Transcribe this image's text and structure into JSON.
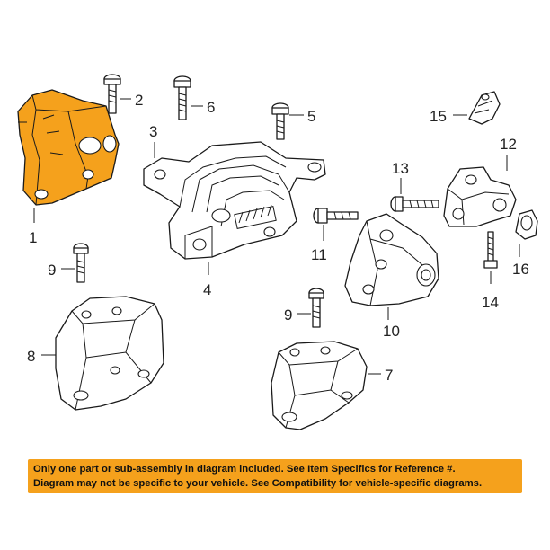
{
  "diagram": {
    "highlight_color": "#f5a11c",
    "parts": [
      {
        "id": 1,
        "label": "1",
        "highlighted": true
      },
      {
        "id": 2,
        "label": "2"
      },
      {
        "id": 3,
        "label": "3"
      },
      {
        "id": 4,
        "label": "4"
      },
      {
        "id": 5,
        "label": "5"
      },
      {
        "id": 6,
        "label": "6"
      },
      {
        "id": 7,
        "label": "7"
      },
      {
        "id": 8,
        "label": "8"
      },
      {
        "id": 9,
        "label": "9"
      },
      {
        "id": 10,
        "label": "10"
      },
      {
        "id": 11,
        "label": "11"
      },
      {
        "id": 12,
        "label": "12"
      },
      {
        "id": 13,
        "label": "13"
      },
      {
        "id": 14,
        "label": "14"
      },
      {
        "id": 15,
        "label": "15"
      },
      {
        "id": 16,
        "label": "16"
      }
    ]
  },
  "notice": {
    "background": "#f5a11c",
    "line1": "Only one part or sub-assembly in diagram included. See Item Specifics for Reference #.",
    "line2": "Diagram may not be specific to your vehicle. See Compatibility for vehicle-specific diagrams."
  }
}
